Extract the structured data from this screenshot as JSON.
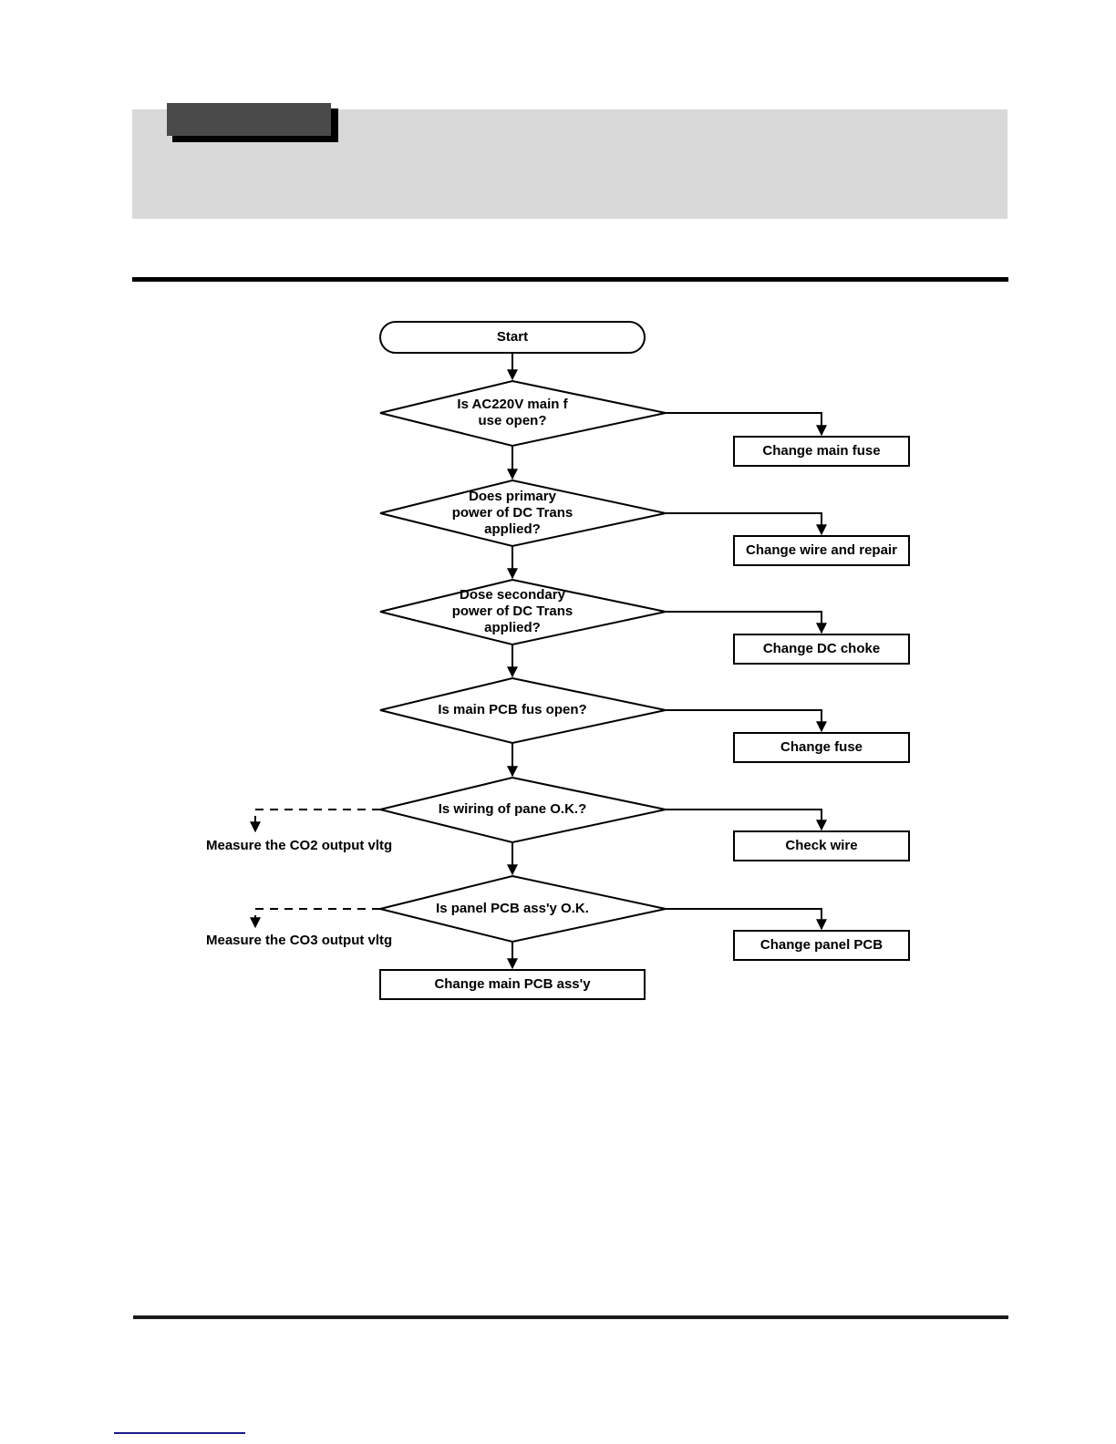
{
  "page": {
    "header_tab_label": "",
    "header_band_color": "#d9d9d9",
    "header_tab_color": "#4a4a4a",
    "rule_color": "#000000",
    "footer_mark_color": "#1a1a8c"
  },
  "chart_data": {
    "type": "diagram",
    "title": "",
    "nodes": [
      {
        "id": "start",
        "shape": "stadium",
        "label": "Start"
      },
      {
        "id": "d1",
        "shape": "diamond",
        "label": "Is AC220V main f\nuse open?"
      },
      {
        "id": "d2",
        "shape": "diamond",
        "label": "Does primary\npower of DC Trans\napplied?"
      },
      {
        "id": "d3",
        "shape": "diamond",
        "label": "Dose secondary\npower of DC Trans\napplied?"
      },
      {
        "id": "d4",
        "shape": "diamond",
        "label": "Is main PCB fus open?"
      },
      {
        "id": "d5",
        "shape": "diamond",
        "label": "Is wiring of pane O.K.?"
      },
      {
        "id": "d6",
        "shape": "diamond",
        "label": "Is panel PCB ass'y O.K."
      },
      {
        "id": "a1",
        "shape": "rect",
        "label": "Change main fuse"
      },
      {
        "id": "a2",
        "shape": "rect",
        "label": "Change wire and repair"
      },
      {
        "id": "a3",
        "shape": "rect",
        "label": "Change DC choke"
      },
      {
        "id": "a4",
        "shape": "rect",
        "label": "Change fuse"
      },
      {
        "id": "a5",
        "shape": "rect",
        "label": "Check wire"
      },
      {
        "id": "a6",
        "shape": "rect",
        "label": "Change panel PCB"
      },
      {
        "id": "end",
        "shape": "rect",
        "label": "Change main PCB ass'y"
      }
    ],
    "annotations": [
      {
        "id": "m1",
        "label": "Measure the CO2 output vltg",
        "from": "d5",
        "style": "dashed"
      },
      {
        "id": "m2",
        "label": "Measure the CO3 output vltg",
        "from": "d6",
        "style": "dashed"
      }
    ],
    "edges": [
      {
        "from": "start",
        "to": "d1",
        "style": "solid"
      },
      {
        "from": "d1",
        "to": "d2",
        "style": "solid"
      },
      {
        "from": "d1",
        "to": "a1",
        "style": "solid"
      },
      {
        "from": "d2",
        "to": "d3",
        "style": "solid"
      },
      {
        "from": "d2",
        "to": "a2",
        "style": "solid"
      },
      {
        "from": "d3",
        "to": "d4",
        "style": "solid"
      },
      {
        "from": "d3",
        "to": "a3",
        "style": "solid"
      },
      {
        "from": "d4",
        "to": "d5",
        "style": "solid"
      },
      {
        "from": "d4",
        "to": "a4",
        "style": "solid"
      },
      {
        "from": "d5",
        "to": "d6",
        "style": "solid"
      },
      {
        "from": "d5",
        "to": "a5",
        "style": "solid"
      },
      {
        "from": "d5",
        "to": "m1",
        "style": "dashed"
      },
      {
        "from": "d6",
        "to": "end",
        "style": "solid"
      },
      {
        "from": "d6",
        "to": "a6",
        "style": "solid"
      },
      {
        "from": "d6",
        "to": "m2",
        "style": "dashed"
      }
    ]
  }
}
